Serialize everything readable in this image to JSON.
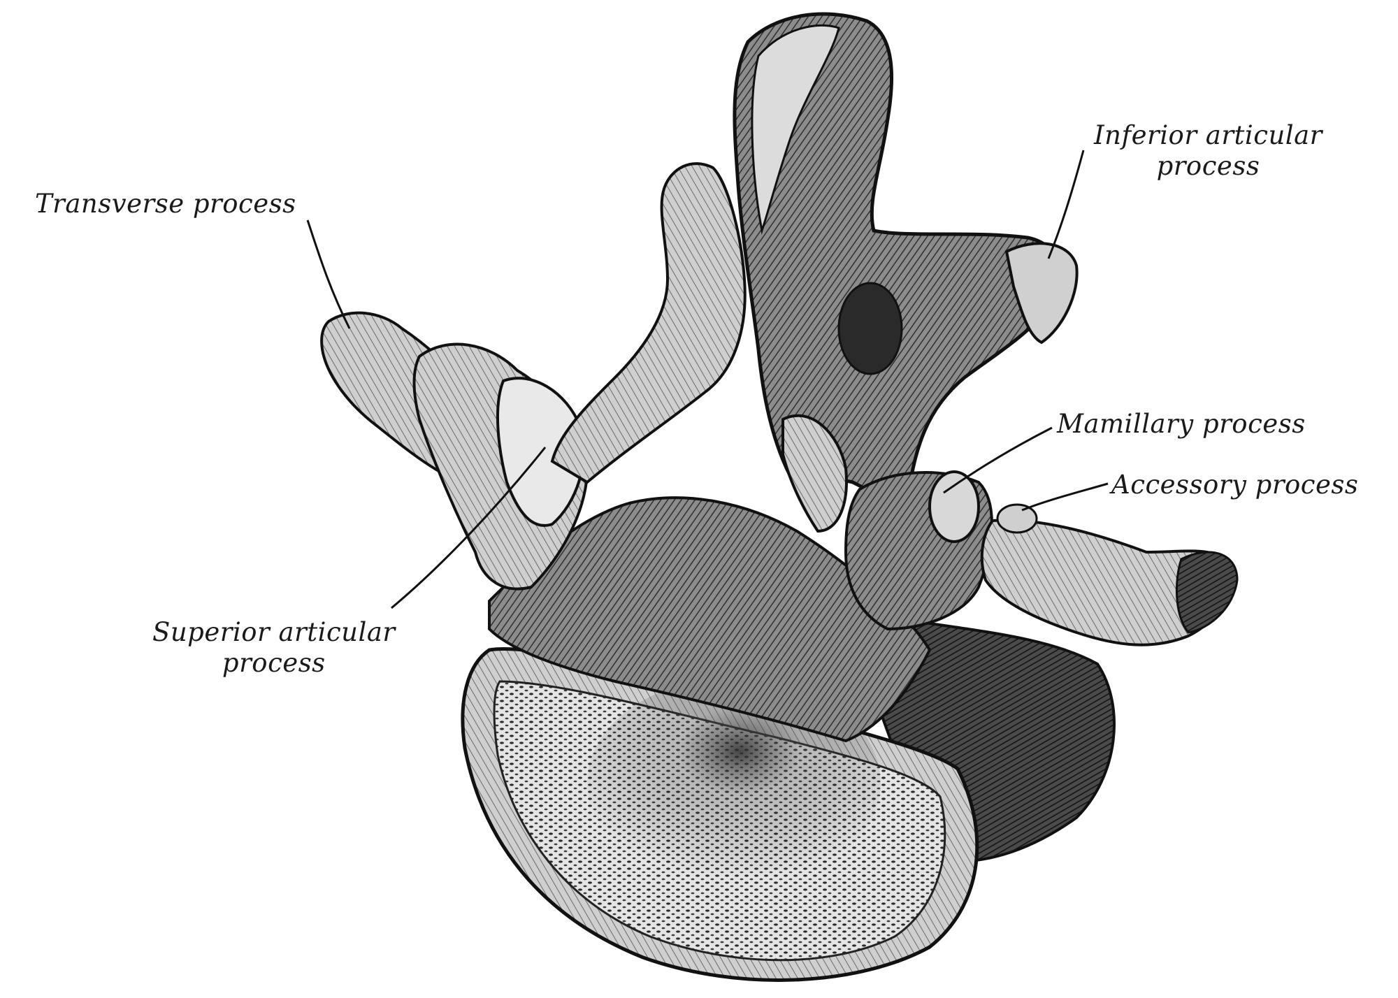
{
  "diagram": {
    "subject": "lumbar vertebra",
    "labels": {
      "transverse_process": "Transverse process",
      "inferior_articular_process": [
        "Inferior articular",
        "process"
      ],
      "mamillary_process": "Mamillary process",
      "accessory_process": "Accessory process",
      "superior_articular_process": [
        "Superior articular",
        "process"
      ]
    },
    "colors": {
      "background": "#ffffff",
      "ink": "#1a1a1a",
      "bone_dark": "#3a3a3a",
      "bone_mid": "#8a8a8a",
      "bone_light": "#d6d6d6"
    }
  }
}
